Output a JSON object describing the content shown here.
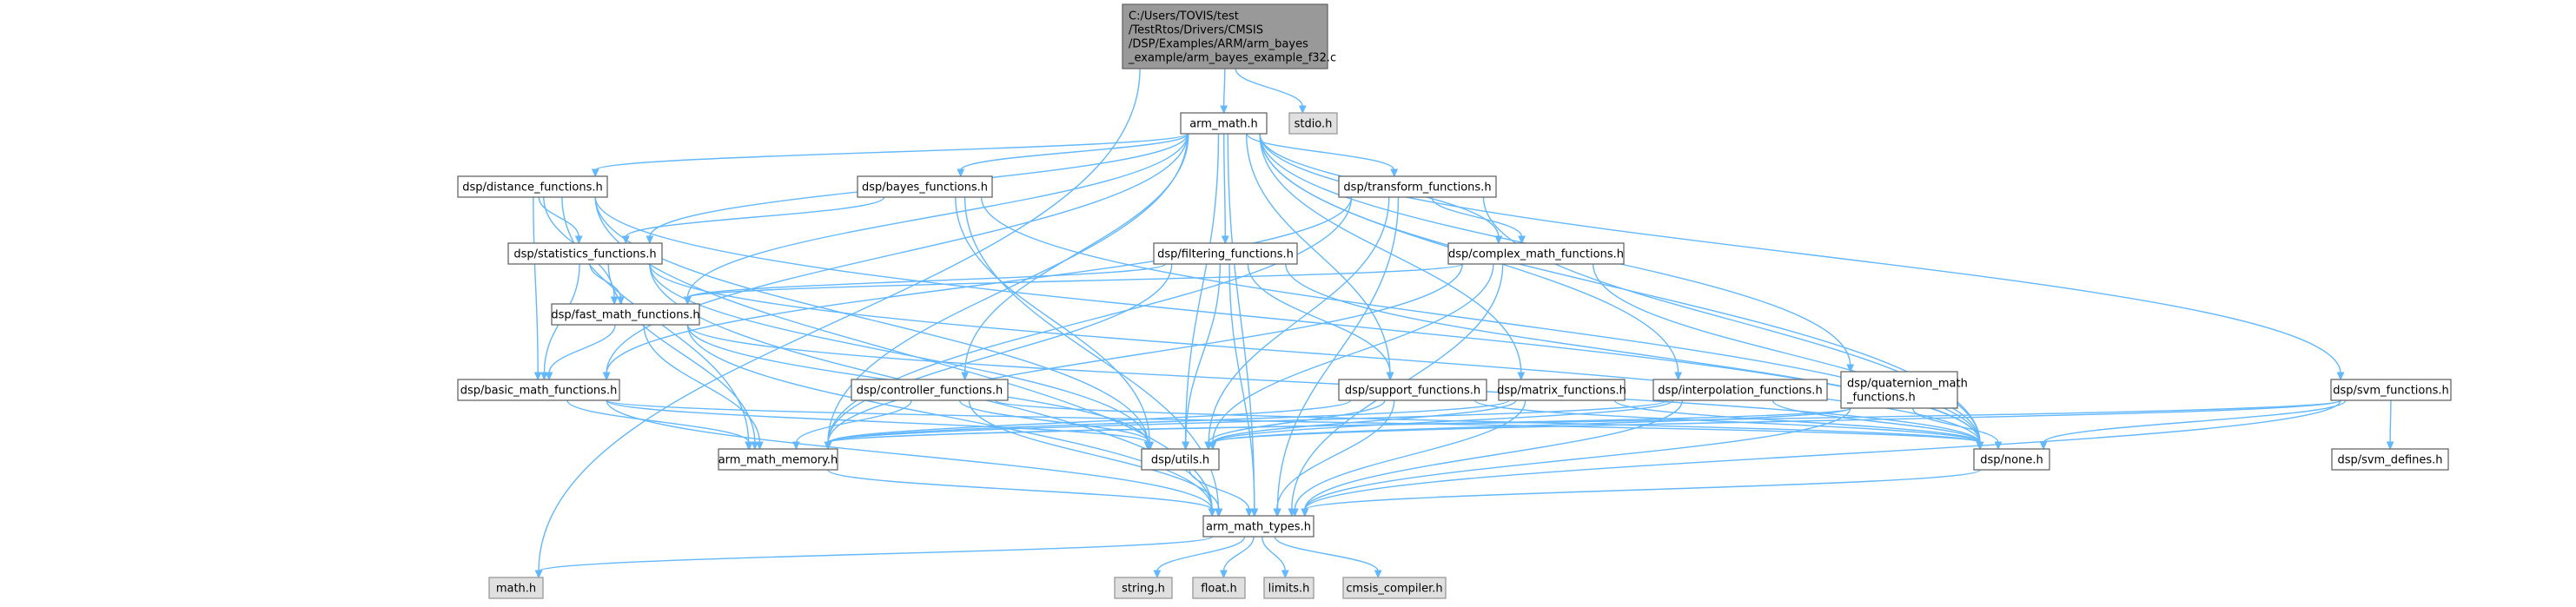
{
  "graph": {
    "nodes": [
      {
        "id": "root",
        "kind": "root",
        "lines": [
          "C:/Users/TOVIS/test",
          "/TestRtos/Drivers/CMSIS",
          "/DSP/Examples/ARM/arm_bayes",
          "_example/arm_bayes_example_f32.c"
        ]
      },
      {
        "id": "arm_math",
        "kind": "normal",
        "lines": [
          "arm_math.h"
        ]
      },
      {
        "id": "stdio",
        "kind": "missing",
        "lines": [
          "stdio.h"
        ]
      },
      {
        "id": "math",
        "kind": "missing",
        "lines": [
          "math.h"
        ]
      },
      {
        "id": "distance",
        "kind": "normal",
        "lines": [
          "dsp/distance_functions.h"
        ]
      },
      {
        "id": "bayes",
        "kind": "normal",
        "lines": [
          "dsp/bayes_functions.h"
        ]
      },
      {
        "id": "transform",
        "kind": "normal",
        "lines": [
          "dsp/transform_functions.h"
        ]
      },
      {
        "id": "statistics",
        "kind": "normal",
        "lines": [
          "dsp/statistics_functions.h"
        ]
      },
      {
        "id": "filtering",
        "kind": "normal",
        "lines": [
          "dsp/filtering_functions.h"
        ]
      },
      {
        "id": "complex",
        "kind": "normal",
        "lines": [
          "dsp/complex_math_functions.h"
        ]
      },
      {
        "id": "fastmath",
        "kind": "normal",
        "lines": [
          "dsp/fast_math_functions.h"
        ]
      },
      {
        "id": "basicmath",
        "kind": "normal",
        "lines": [
          "dsp/basic_math_functions.h"
        ]
      },
      {
        "id": "controller",
        "kind": "normal",
        "lines": [
          "dsp/controller_functions.h"
        ]
      },
      {
        "id": "support",
        "kind": "normal",
        "lines": [
          "dsp/support_functions.h"
        ]
      },
      {
        "id": "matrix",
        "kind": "normal",
        "lines": [
          "dsp/matrix_functions.h"
        ]
      },
      {
        "id": "interp",
        "kind": "normal",
        "lines": [
          "dsp/interpolation_functions.h"
        ]
      },
      {
        "id": "quaternion",
        "kind": "normal",
        "lines": [
          "dsp/quaternion_math",
          "_functions.h"
        ]
      },
      {
        "id": "svm",
        "kind": "normal",
        "lines": [
          "dsp/svm_functions.h"
        ]
      },
      {
        "id": "memory",
        "kind": "normal",
        "lines": [
          "arm_math_memory.h"
        ]
      },
      {
        "id": "utils",
        "kind": "normal",
        "lines": [
          "dsp/utils.h"
        ]
      },
      {
        "id": "none",
        "kind": "normal",
        "lines": [
          "dsp/none.h"
        ]
      },
      {
        "id": "svmdefines",
        "kind": "normal",
        "lines": [
          "dsp/svm_defines.h"
        ]
      },
      {
        "id": "types",
        "kind": "normal",
        "lines": [
          "arm_math_types.h"
        ]
      },
      {
        "id": "string",
        "kind": "missing",
        "lines": [
          "string.h"
        ]
      },
      {
        "id": "float",
        "kind": "missing",
        "lines": [
          "float.h"
        ]
      },
      {
        "id": "limits",
        "kind": "missing",
        "lines": [
          "limits.h"
        ]
      },
      {
        "id": "cmsis",
        "kind": "missing",
        "lines": [
          "cmsis_compiler.h"
        ]
      }
    ],
    "edges": [
      [
        "root",
        "arm_math"
      ],
      [
        "root",
        "stdio"
      ],
      [
        "root",
        "math"
      ],
      [
        "arm_math",
        "distance"
      ],
      [
        "arm_math",
        "bayes"
      ],
      [
        "arm_math",
        "transform"
      ],
      [
        "arm_math",
        "statistics"
      ],
      [
        "arm_math",
        "filtering"
      ],
      [
        "arm_math",
        "complex"
      ],
      [
        "arm_math",
        "fastmath"
      ],
      [
        "arm_math",
        "basicmath"
      ],
      [
        "arm_math",
        "controller"
      ],
      [
        "arm_math",
        "support"
      ],
      [
        "arm_math",
        "matrix"
      ],
      [
        "arm_math",
        "interp"
      ],
      [
        "arm_math",
        "quaternion"
      ],
      [
        "arm_math",
        "svm"
      ],
      [
        "arm_math",
        "memory"
      ],
      [
        "arm_math",
        "utils"
      ],
      [
        "arm_math",
        "none"
      ],
      [
        "arm_math",
        "types"
      ],
      [
        "distance",
        "statistics"
      ],
      [
        "distance",
        "fastmath"
      ],
      [
        "distance",
        "basicmath"
      ],
      [
        "distance",
        "memory"
      ],
      [
        "distance",
        "utils"
      ],
      [
        "distance",
        "none"
      ],
      [
        "distance",
        "types"
      ],
      [
        "bayes",
        "statistics"
      ],
      [
        "bayes",
        "utils"
      ],
      [
        "bayes",
        "none"
      ],
      [
        "bayes",
        "types"
      ],
      [
        "transform",
        "complex"
      ],
      [
        "transform",
        "basicmath"
      ],
      [
        "transform",
        "memory"
      ],
      [
        "transform",
        "utils"
      ],
      [
        "transform",
        "none"
      ],
      [
        "transform",
        "types"
      ],
      [
        "statistics",
        "fastmath"
      ],
      [
        "statistics",
        "basicmath"
      ],
      [
        "statistics",
        "memory"
      ],
      [
        "statistics",
        "utils"
      ],
      [
        "statistics",
        "none"
      ],
      [
        "statistics",
        "types"
      ],
      [
        "filtering",
        "fastmath"
      ],
      [
        "filtering",
        "support"
      ],
      [
        "filtering",
        "memory"
      ],
      [
        "filtering",
        "utils"
      ],
      [
        "filtering",
        "none"
      ],
      [
        "filtering",
        "types"
      ],
      [
        "complex",
        "fastmath"
      ],
      [
        "complex",
        "memory"
      ],
      [
        "complex",
        "utils"
      ],
      [
        "complex",
        "none"
      ],
      [
        "complex",
        "types"
      ],
      [
        "fastmath",
        "basicmath"
      ],
      [
        "fastmath",
        "memory"
      ],
      [
        "fastmath",
        "utils"
      ],
      [
        "fastmath",
        "none"
      ],
      [
        "fastmath",
        "types"
      ],
      [
        "basicmath",
        "memory"
      ],
      [
        "basicmath",
        "utils"
      ],
      [
        "basicmath",
        "none"
      ],
      [
        "basicmath",
        "types"
      ],
      [
        "controller",
        "memory"
      ],
      [
        "controller",
        "utils"
      ],
      [
        "controller",
        "none"
      ],
      [
        "controller",
        "types"
      ],
      [
        "support",
        "memory"
      ],
      [
        "support",
        "utils"
      ],
      [
        "support",
        "none"
      ],
      [
        "support",
        "types"
      ],
      [
        "matrix",
        "memory"
      ],
      [
        "matrix",
        "utils"
      ],
      [
        "matrix",
        "none"
      ],
      [
        "matrix",
        "types"
      ],
      [
        "interp",
        "memory"
      ],
      [
        "interp",
        "utils"
      ],
      [
        "interp",
        "none"
      ],
      [
        "interp",
        "types"
      ],
      [
        "quaternion",
        "memory"
      ],
      [
        "quaternion",
        "utils"
      ],
      [
        "quaternion",
        "none"
      ],
      [
        "quaternion",
        "types"
      ],
      [
        "svm",
        "memory"
      ],
      [
        "svm",
        "utils"
      ],
      [
        "svm",
        "none"
      ],
      [
        "svm",
        "types"
      ],
      [
        "svm",
        "svmdefines"
      ],
      [
        "memory",
        "types"
      ],
      [
        "utils",
        "types"
      ],
      [
        "none",
        "types"
      ],
      [
        "types",
        "math"
      ],
      [
        "types",
        "string"
      ],
      [
        "types",
        "float"
      ],
      [
        "types",
        "limits"
      ],
      [
        "types",
        "cmsis"
      ]
    ]
  }
}
